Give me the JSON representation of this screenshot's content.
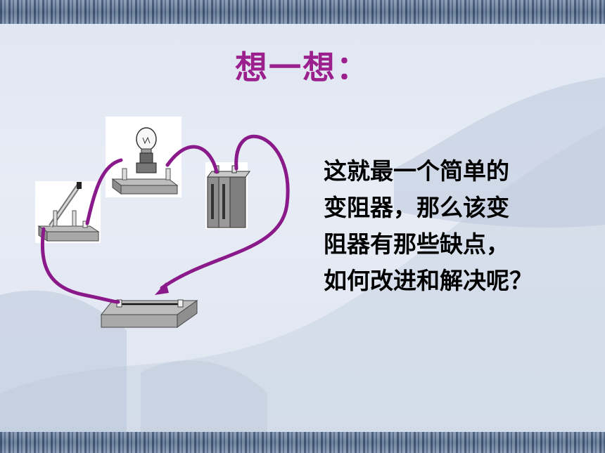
{
  "slide": {
    "title": "想一想：",
    "body_lines": [
      "这就最一个简单的",
      "变阻器，那么该变",
      "阻器有那些缺点，",
      "如何改进和解决呢？"
    ]
  },
  "colors": {
    "title": "#9c1f8e",
    "wire": "#8a1a8a",
    "text": "#000000"
  },
  "icons": [
    "knife-switch-icon",
    "light-bulb-icon",
    "battery-icon",
    "resistance-wire-board-icon"
  ]
}
